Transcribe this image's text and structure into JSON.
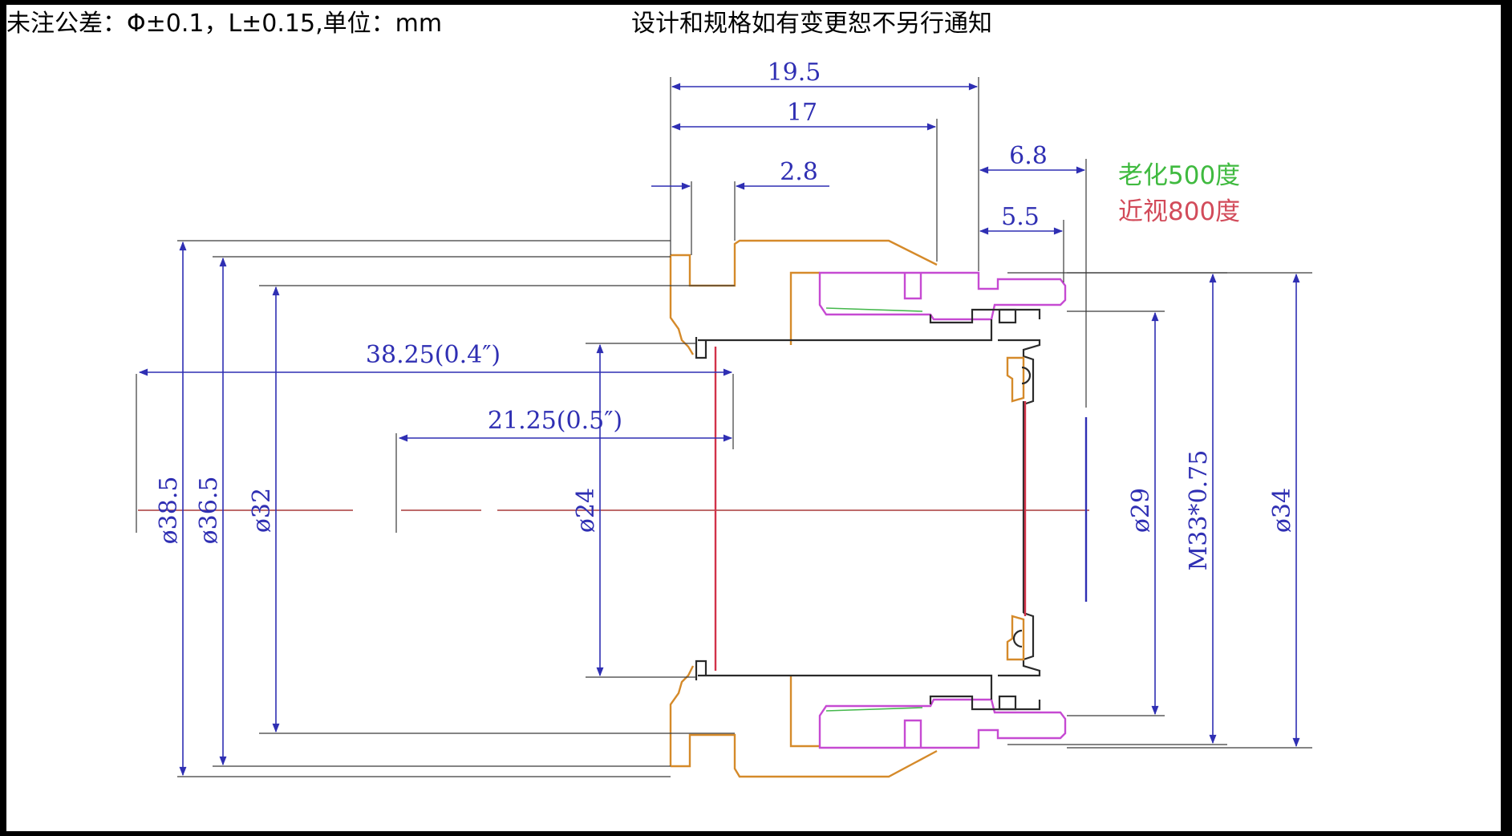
{
  "notes": {
    "tolerance": "未注公差：Φ±0.1，L±0.15,单位：mm",
    "change_notice": "设计和规格如有变更恕不另行通知"
  },
  "labels": {
    "presbyopia": "老化500度",
    "myopia": "近视800度"
  },
  "dimensions": {
    "top_19_5": "19.5",
    "top_17": "17",
    "top_2_8": "2.8",
    "top_6_8": "6.8",
    "top_5_5": "5.5",
    "d_38_25": "38.25(0.4″)",
    "d_21_25": "21.25(0.5″)",
    "dia_38_5": "ø38.5",
    "dia_36_5": "ø36.5",
    "dia_32": "ø32",
    "dia_24": "ø24",
    "dia_29": "ø29",
    "thread": "M33*0.75",
    "dia_34": "ø34"
  },
  "colors": {
    "dimension": "#2f2fb3",
    "housing": "#d58a2a",
    "retainer": "#c64ad2",
    "lens_edge": "#d2334a",
    "label_green": "#3fba3f",
    "label_red": "#d24b5a"
  }
}
